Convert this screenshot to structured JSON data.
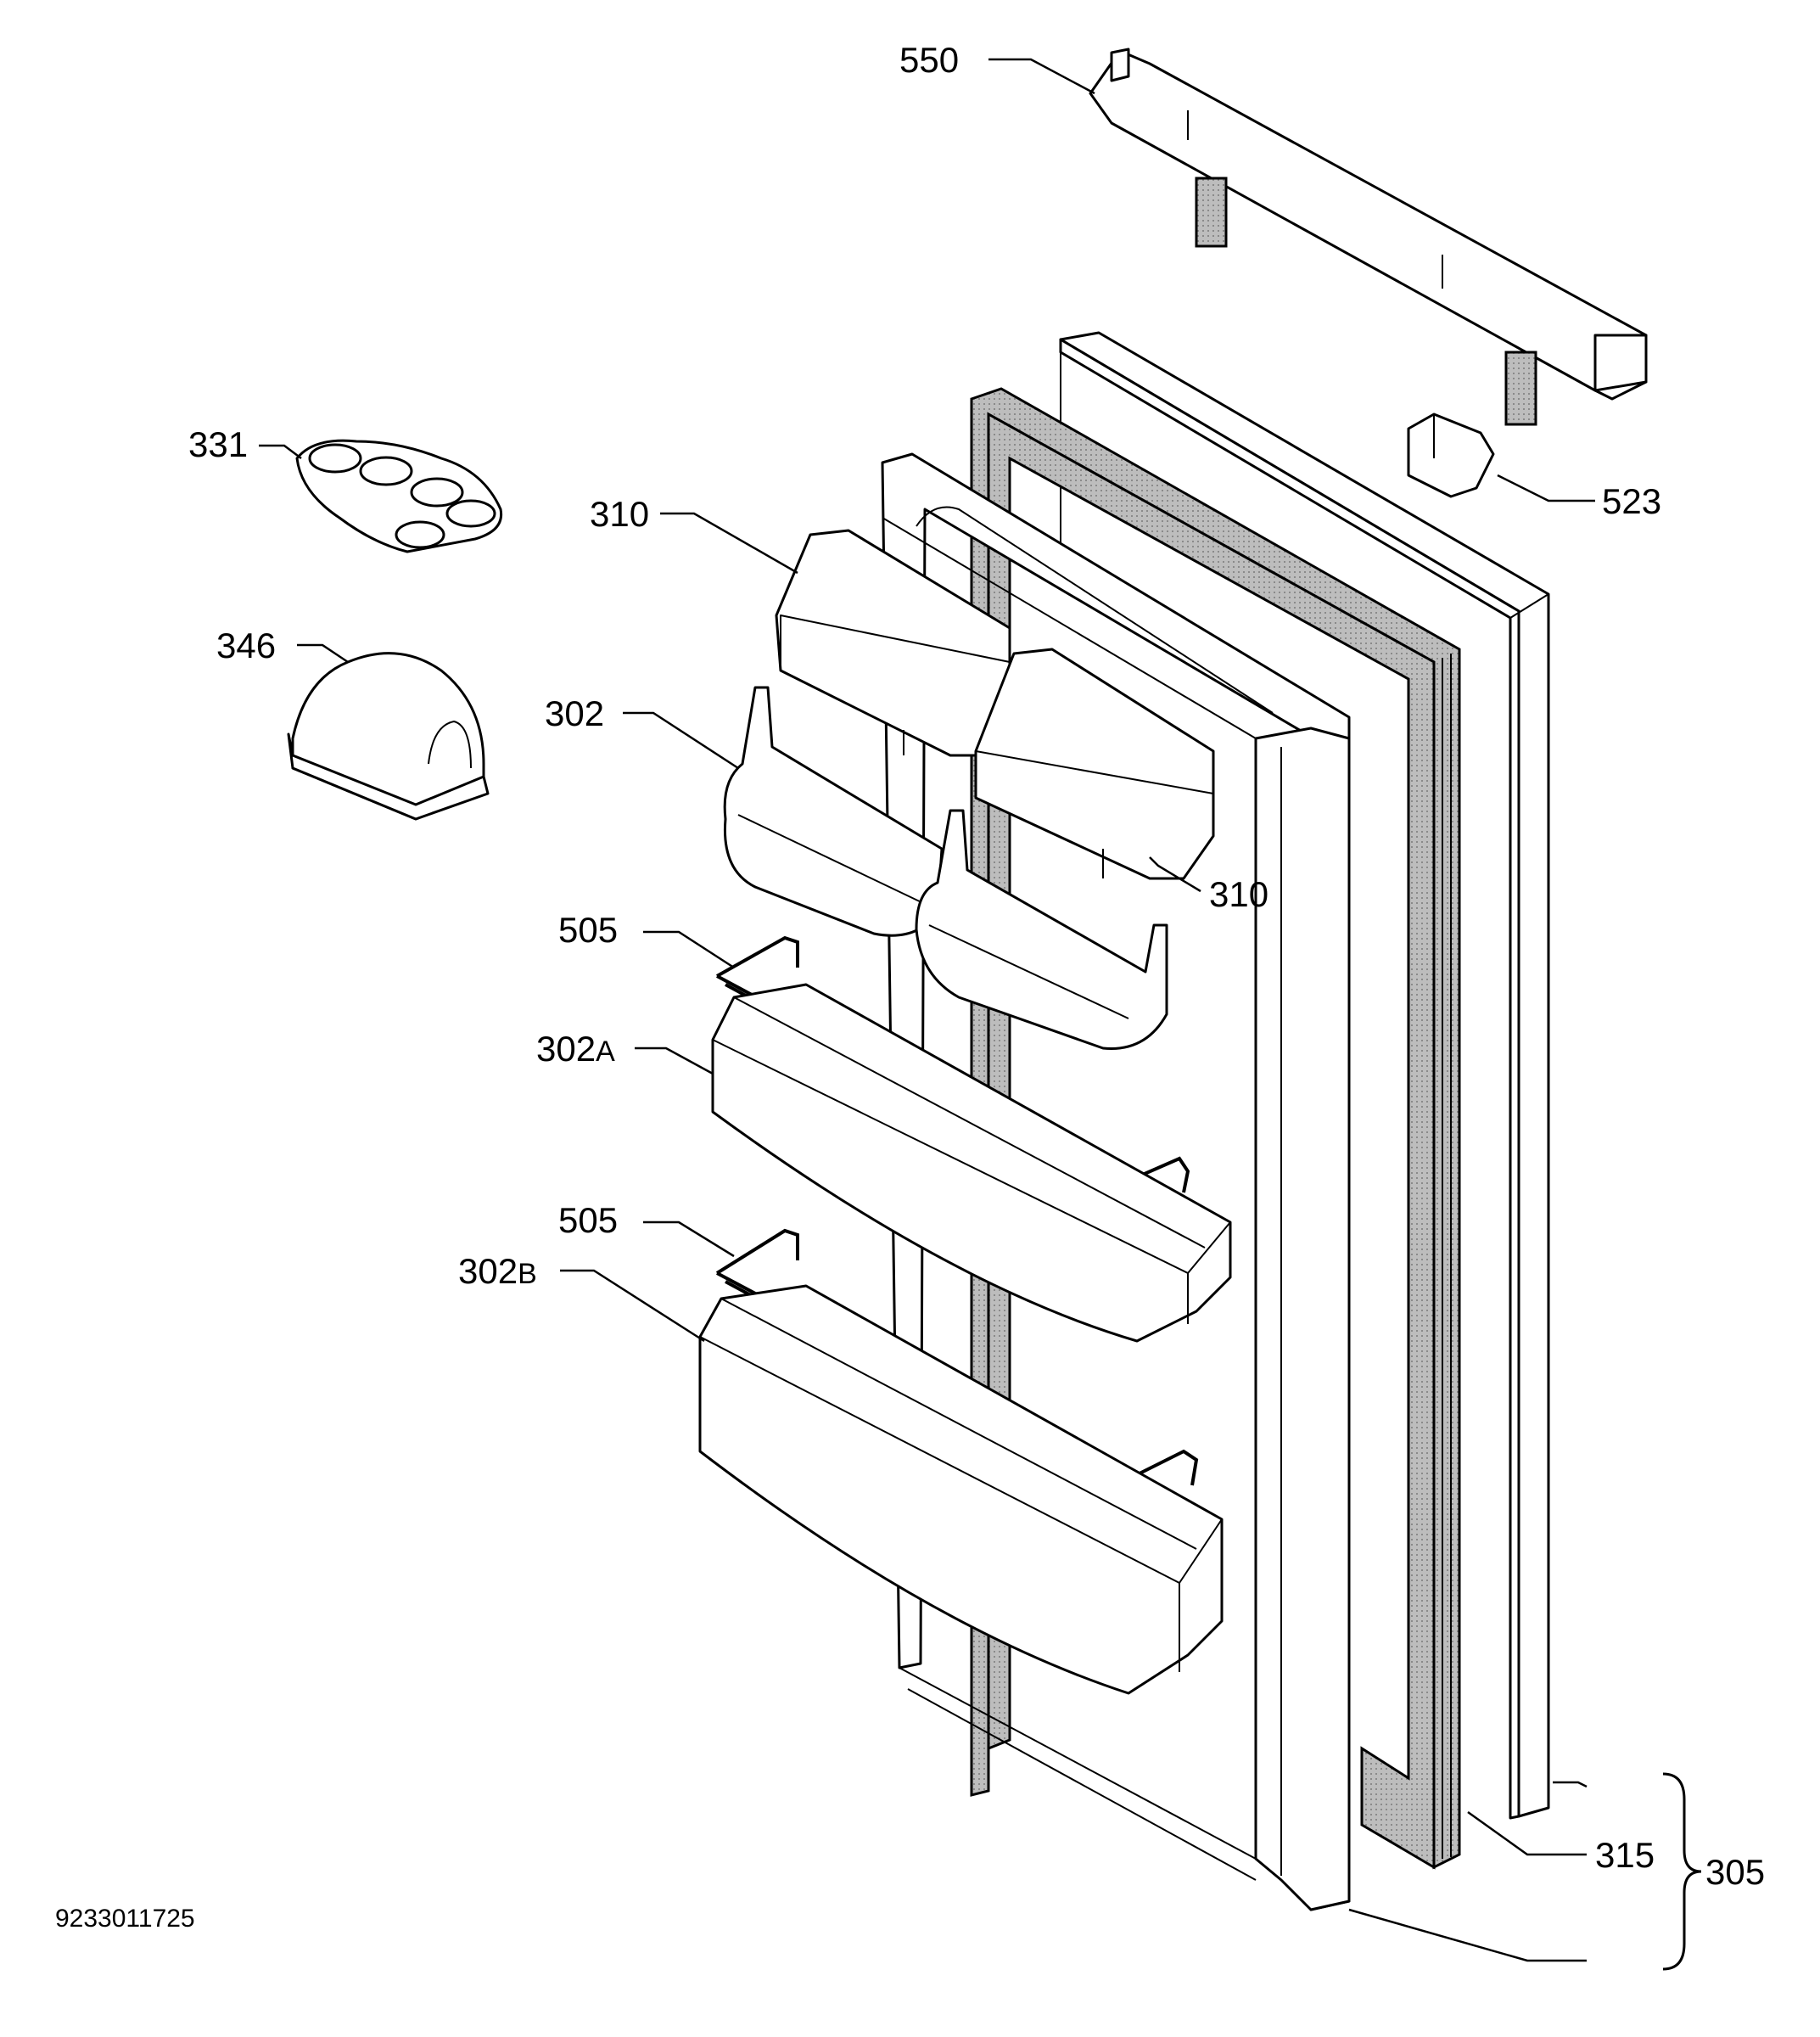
{
  "drawing_number": "9233011725",
  "labels": {
    "p550": "550",
    "p523": "523",
    "p331": "331",
    "p310_top": "310",
    "p310_right": "310",
    "p346": "346",
    "p302": "302",
    "p505_top": "505",
    "p302A_num": "302",
    "p302A_suffix": "A",
    "p505_bottom": "505",
    "p302B_num": "302",
    "p302B_suffix": "B",
    "p315": "315",
    "p305": "305"
  }
}
